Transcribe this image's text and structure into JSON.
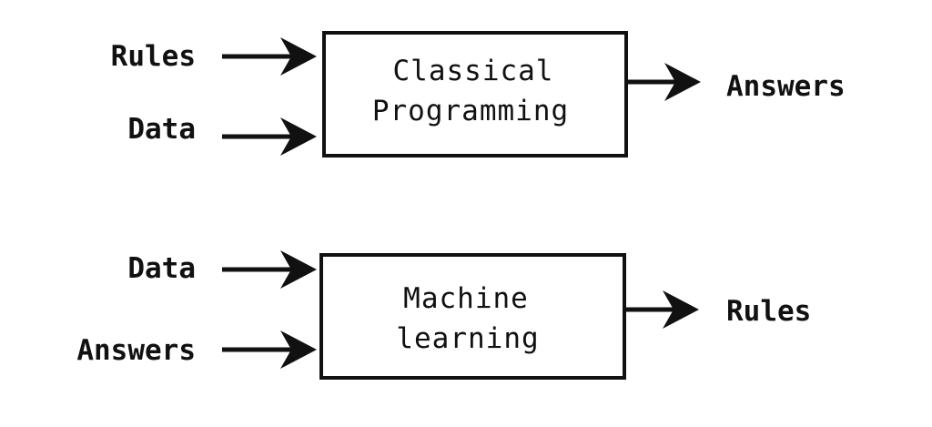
{
  "diagram": {
    "classical": {
      "box_line1": "Classical",
      "box_line2": "Programming",
      "input1": "Rules",
      "input2": "Data",
      "output": "Answers"
    },
    "ml": {
      "box_line1": "Machine",
      "box_line2": "learning",
      "input1": "Data",
      "input2": "Answers",
      "output": "Rules"
    }
  }
}
